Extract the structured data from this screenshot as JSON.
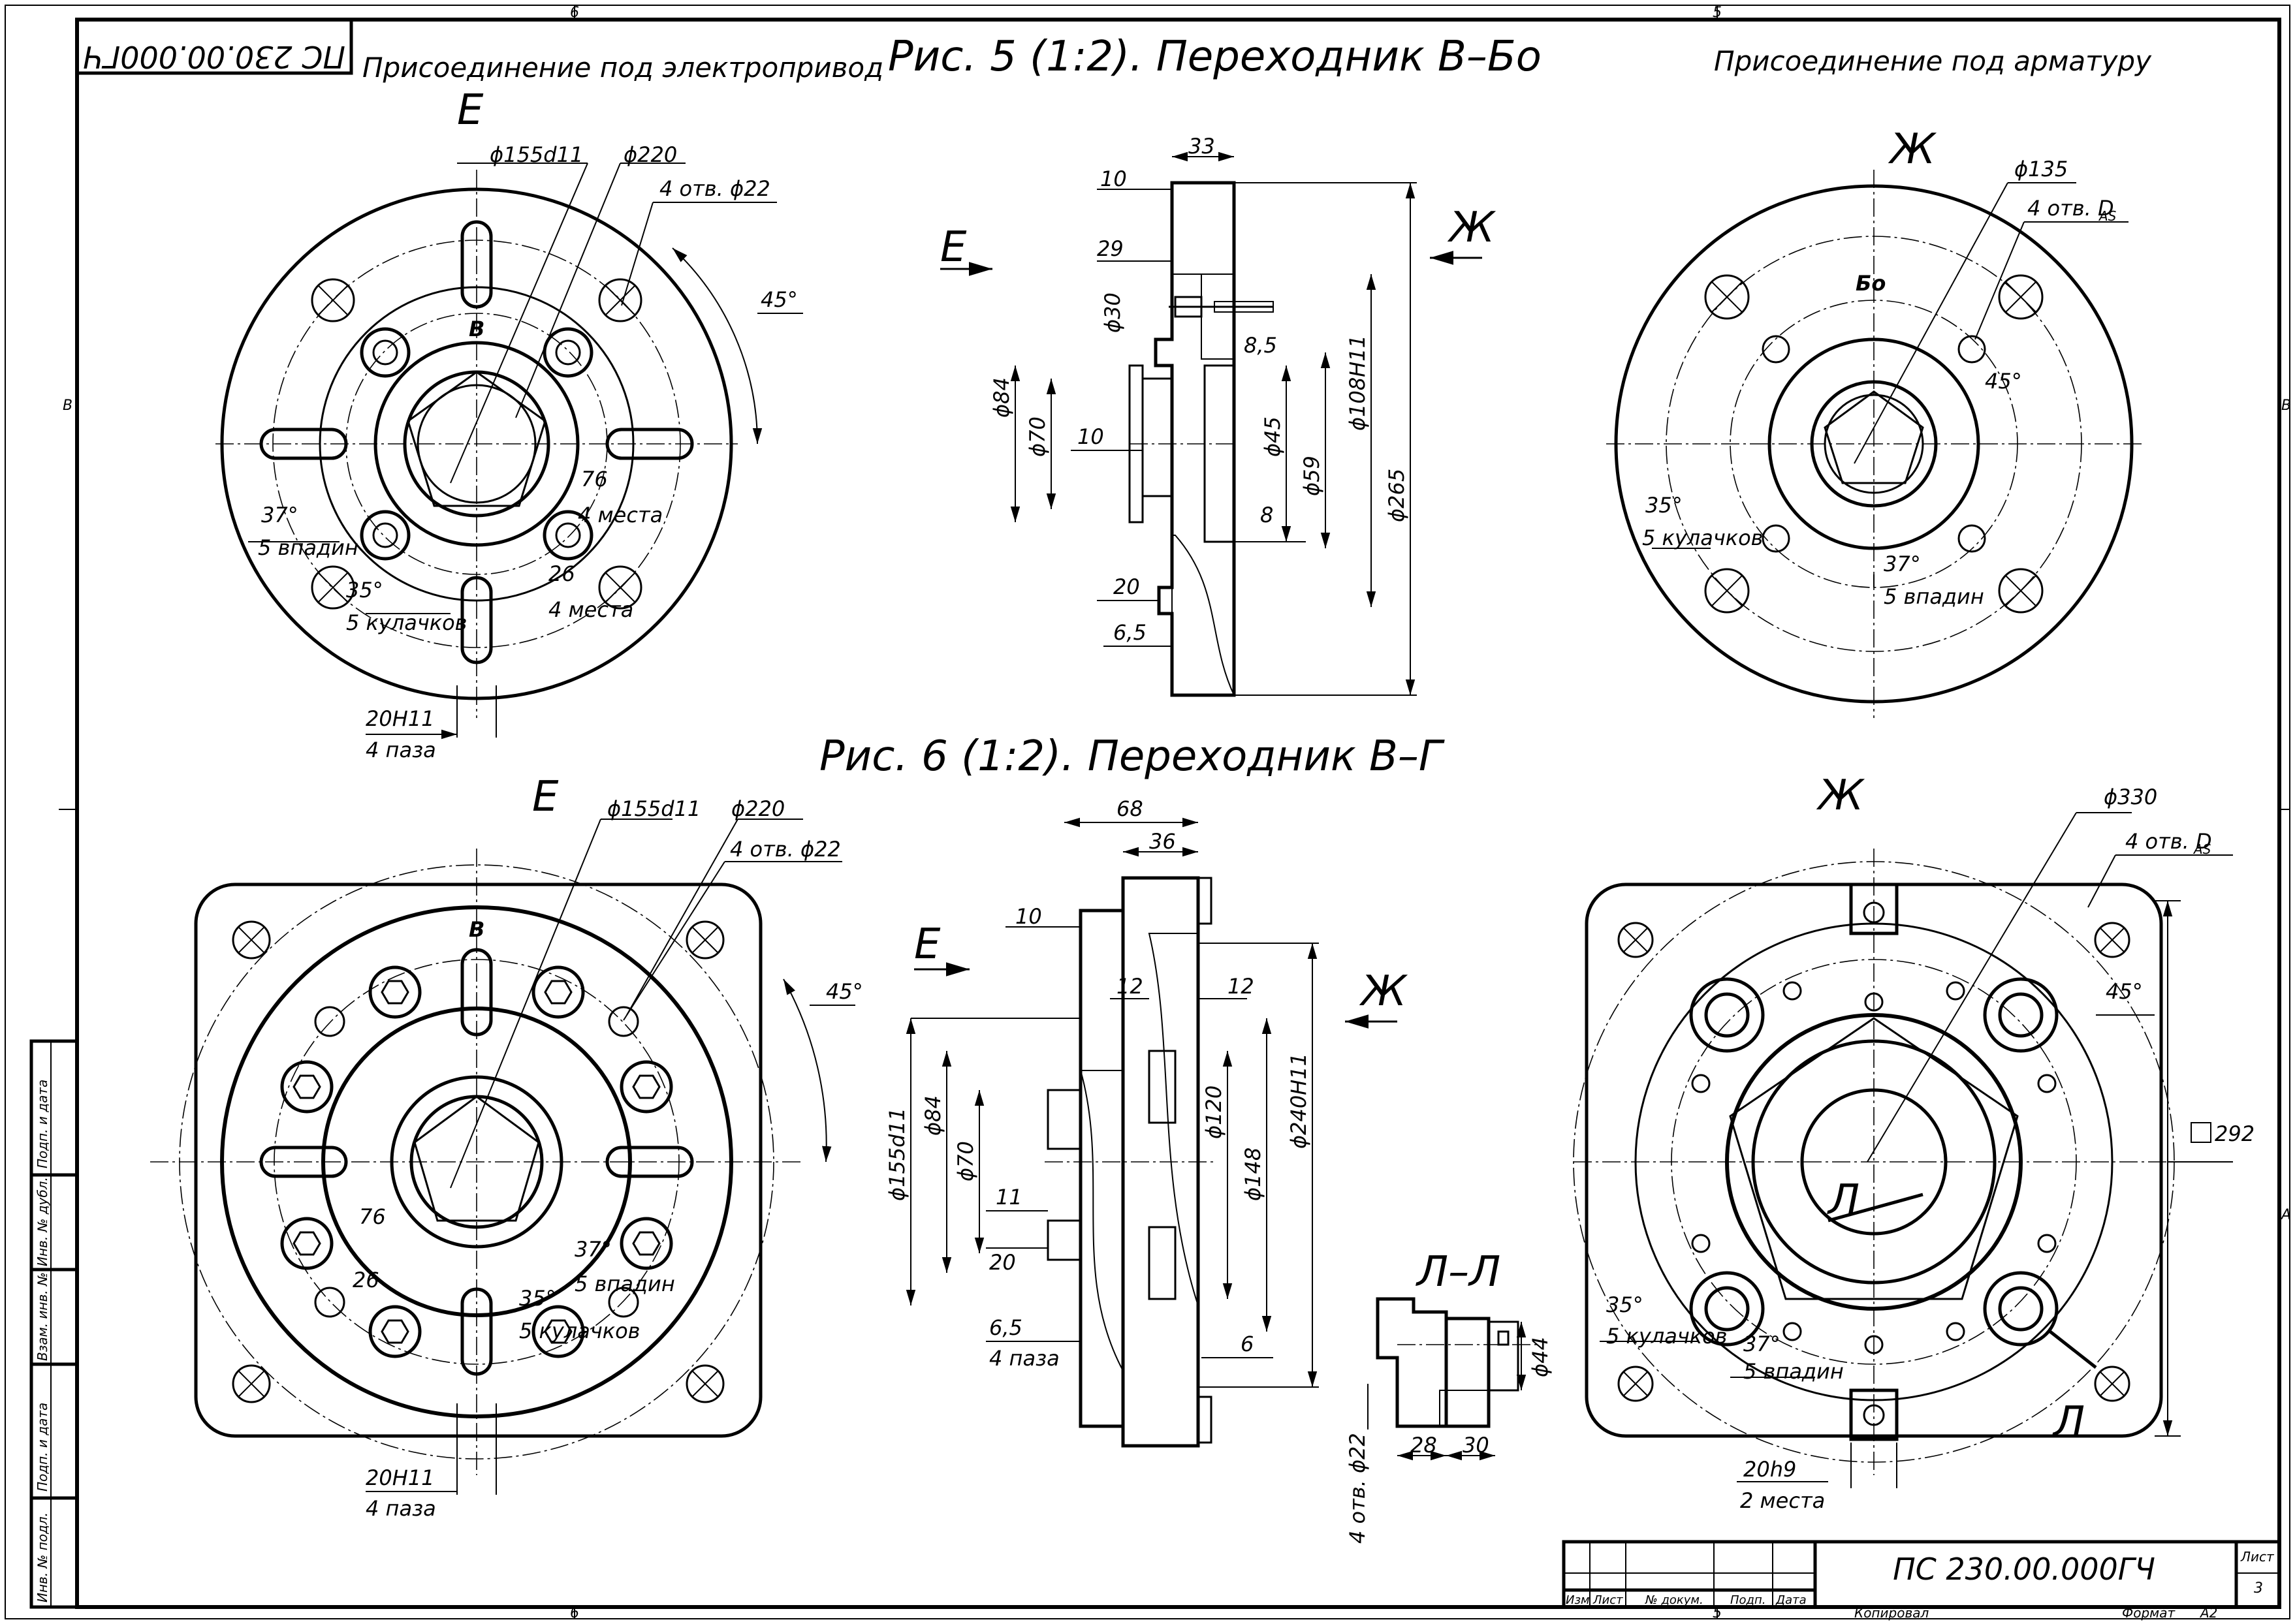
{
  "stamp_code": "ПС 230.00.000ГЧ",
  "fig5": {
    "title": "Рис. 5 (1:2). Переходник В–Бо",
    "left_caption": "Присоединение под электропривод",
    "right_caption": "Присоединение под арматуру",
    "view_left": "Е",
    "view_right": "Ж",
    "left_mark": "В",
    "right_mark": "Бо",
    "left_dims": {
      "d155": "ϕ155d11",
      "d220": "ϕ220",
      "holes": "4 отв. ϕ22",
      "angle45": "45°",
      "d76": "76",
      "places4a": "4 места",
      "d26": "26",
      "places4b": "4 места",
      "a37": "37°",
      "valleys": "5 впадин",
      "a35": "35°",
      "cams": "5 кулачков",
      "slot": "20H11",
      "slots": "4 паза"
    },
    "section_dims": {
      "d33": "33",
      "d10a": "10",
      "d29": "29",
      "d30": "ϕ30",
      "d8_5": "8,5",
      "d84": "ϕ84",
      "d70": "ϕ70",
      "d10b": "10",
      "d45": "ϕ45",
      "d59": "ϕ59",
      "d8": "8",
      "d108": "ϕ108H11",
      "d265": "ϕ265",
      "d20": "20",
      "d6_5": "6,5"
    },
    "right_dims": {
      "d135": "ϕ135",
      "holes": "4 отв. D",
      "holes_sub": "AS",
      "a45": "45°",
      "a35": "35°",
      "cams": "5 кулачков",
      "a37": "37°",
      "valleys": "5 впадин"
    }
  },
  "fig6": {
    "title": "Рис. 6 (1:2). Переходник В–Г",
    "view_left": "Е",
    "view_right": "Ж",
    "left_mark": "В",
    "left_dims": {
      "d155": "ϕ155d11",
      "d220": "ϕ220",
      "holes": "4 отв. ϕ22",
      "a45": "45°",
      "d76": "76",
      "a37": "37°",
      "valleys": "5 впадин",
      "d26": "26",
      "a35": "35°",
      "cams": "5 кулачков",
      "slot": "20H11",
      "slots": "4 паза"
    },
    "section_dims": {
      "d68": "68",
      "d36": "36",
      "d10": "10",
      "d12a": "12",
      "d12b": "12",
      "d155": "ϕ155d11",
      "d84": "ϕ84",
      "d70": "ϕ70",
      "d120": "ϕ120",
      "d148": "ϕ148",
      "d240": "ϕ240H11",
      "d11": "11",
      "d20": "20",
      "d6_5": "6,5",
      "slots": "4 паза",
      "d6": "6"
    },
    "ll": {
      "title": "Л–Л",
      "d44": "ϕ44",
      "holes": "4 отв. ϕ22",
      "d28": "28",
      "d30": "30"
    },
    "right_dims": {
      "d330": "ϕ330",
      "holes": "4 отв. D",
      "holes_sub": "AS",
      "a45": "45°",
      "sq292": "292",
      "a35": "35°",
      "cams": "5 кулачков",
      "a37": "37°",
      "valleys": "5 впадин",
      "slot": "20h9",
      "places": "2 места",
      "cut": "Л"
    }
  },
  "title_block": {
    "code": "ПС 230.00.000ГЧ",
    "sheet_label": "Лист",
    "sheet_no": "3",
    "cols": [
      "Изм",
      "Лист",
      "№ докум.",
      "Подп.",
      "Дата"
    ],
    "copied": "Копировал",
    "format_label": "Формат",
    "format": "A2"
  },
  "side_stamp": [
    "Подп. и дата",
    "Инв. № дубл.",
    "Взам. инв. №",
    "Подп. и дата",
    "Инв. № подл."
  ],
  "zones": {
    "top_left": "6",
    "top_right": "5",
    "bottom_left": "6",
    "bottom_right": "5",
    "left_b": "B",
    "right_b": "B",
    "right_a": "A"
  }
}
